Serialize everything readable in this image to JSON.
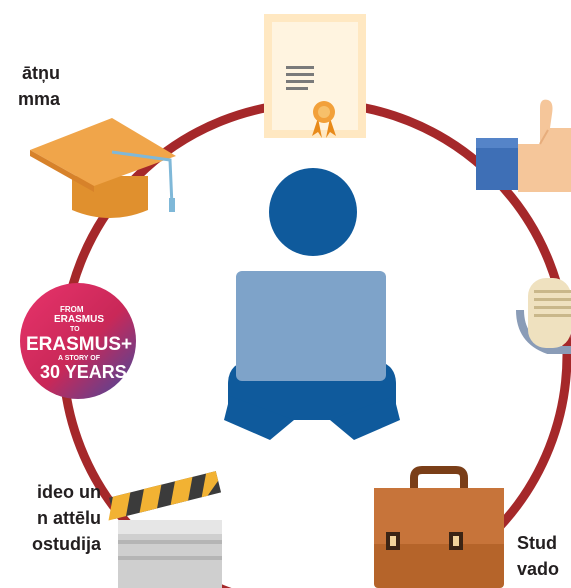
{
  "labels": {
    "top_left": [
      "ātņu",
      "mma"
    ],
    "bottom_left": [
      "ideo un",
      "n attēlu",
      "ostudija"
    ],
    "bottom_right": [
      "Stud",
      "vado"
    ]
  },
  "badge": {
    "line1": "FROM",
    "line2": "ERASMUS",
    "line3": "TO",
    "line4": "ERASMUS+",
    "line5": "A STORY OF",
    "line6": "30 YEARS"
  },
  "colors": {
    "ring": "#a5282a",
    "person": "#0f5a9c",
    "laptop": "#7ea3c9",
    "cap": "#f0a54a",
    "briefcase": "#b5642a",
    "badge": "#d12a5c"
  },
  "icons": [
    "certificate-icon",
    "thumbs-up-icon",
    "microphone-icon",
    "briefcase-icon",
    "clapperboard-icon",
    "erasmus-badge",
    "graduation-cap-icon",
    "student-laptop-icon"
  ]
}
